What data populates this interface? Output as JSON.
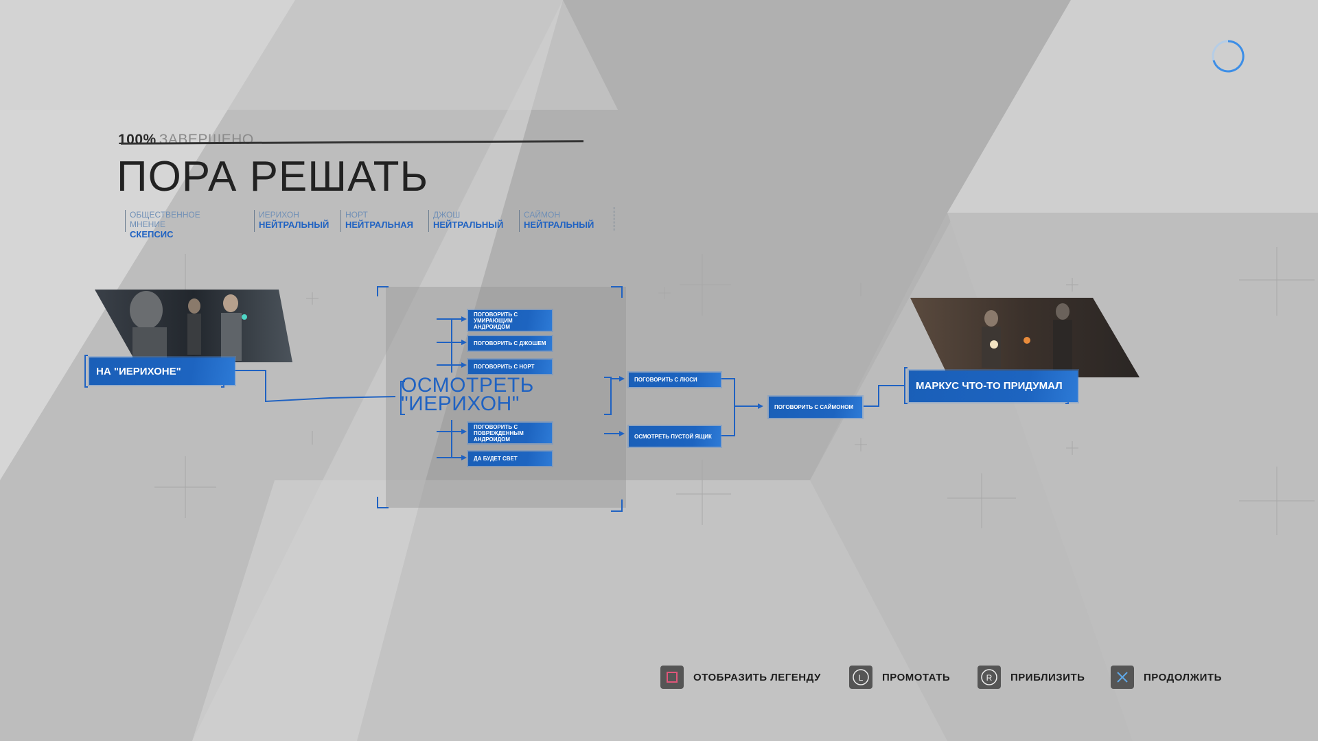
{
  "header": {
    "completion_percent": "100%",
    "completion_word": "ЗАВЕРШЕНО",
    "chapter_title": "ПОРА РЕШАТЬ"
  },
  "stats": [
    {
      "label": "ОБЩЕСТВЕННОЕ МНЕНИЕ",
      "value": "СКЕПСИС"
    },
    {
      "label": "ИЕРИХОН",
      "value": "НЕЙТРАЛЬНЫЙ"
    },
    {
      "label": "НОРТ",
      "value": "НЕЙТРАЛЬНАЯ"
    },
    {
      "label": "ДЖОШ",
      "value": "НЕЙТРАЛЬНЫЙ"
    },
    {
      "label": "САЙМОН",
      "value": "НЕЙТРАЛЬНЫЙ"
    }
  ],
  "flowchart": {
    "start_node": "НА \"ИЕРИХОНЕ\"",
    "main_node": "ОСМОТРЕТЬ \"ИЕРИХОН\"",
    "sub_nodes": [
      "ПОГОВОРИТЬ С УМИРАЮЩИМ АНДРОИДОМ",
      "ПОГОВОРИТЬ С ДЖОШЕМ",
      "ПОГОВОРИТЬ С НОРТ",
      "ПОГОВОРИТЬ С ПОВРЕЖДЕННЫМ АНДРОИДОМ",
      "ДА БУДЕТ СВЕТ"
    ],
    "branch_nodes": [
      "ПОГОВОРИТЬ С ЛЮСИ",
      "ОСМОТРЕТЬ ПУСТОЙ ЯЩИК"
    ],
    "merge_node": "ПОГОВОРИТЬ С САЙМОНОМ",
    "end_node": "МАРКУС ЧТО-ТО ПРИДУМАЛ"
  },
  "controls": [
    {
      "icon": "square-button-icon",
      "label": "ОТОБРАЗИТЬ ЛЕГЕНДУ"
    },
    {
      "icon": "left-stick-icon",
      "glyph": "L",
      "label": "ПРОМОТАТЬ"
    },
    {
      "icon": "right-stick-icon",
      "glyph": "R",
      "label": "ПРИБЛИЗИТЬ"
    },
    {
      "icon": "cross-button-icon",
      "label": "ПРОДОЛЖИТЬ"
    }
  ],
  "colors": {
    "accent_blue": "#1d64c0",
    "background": "#c9c9c9",
    "square_pink": "#e0567a",
    "cross_blue": "#5fa8e8"
  }
}
